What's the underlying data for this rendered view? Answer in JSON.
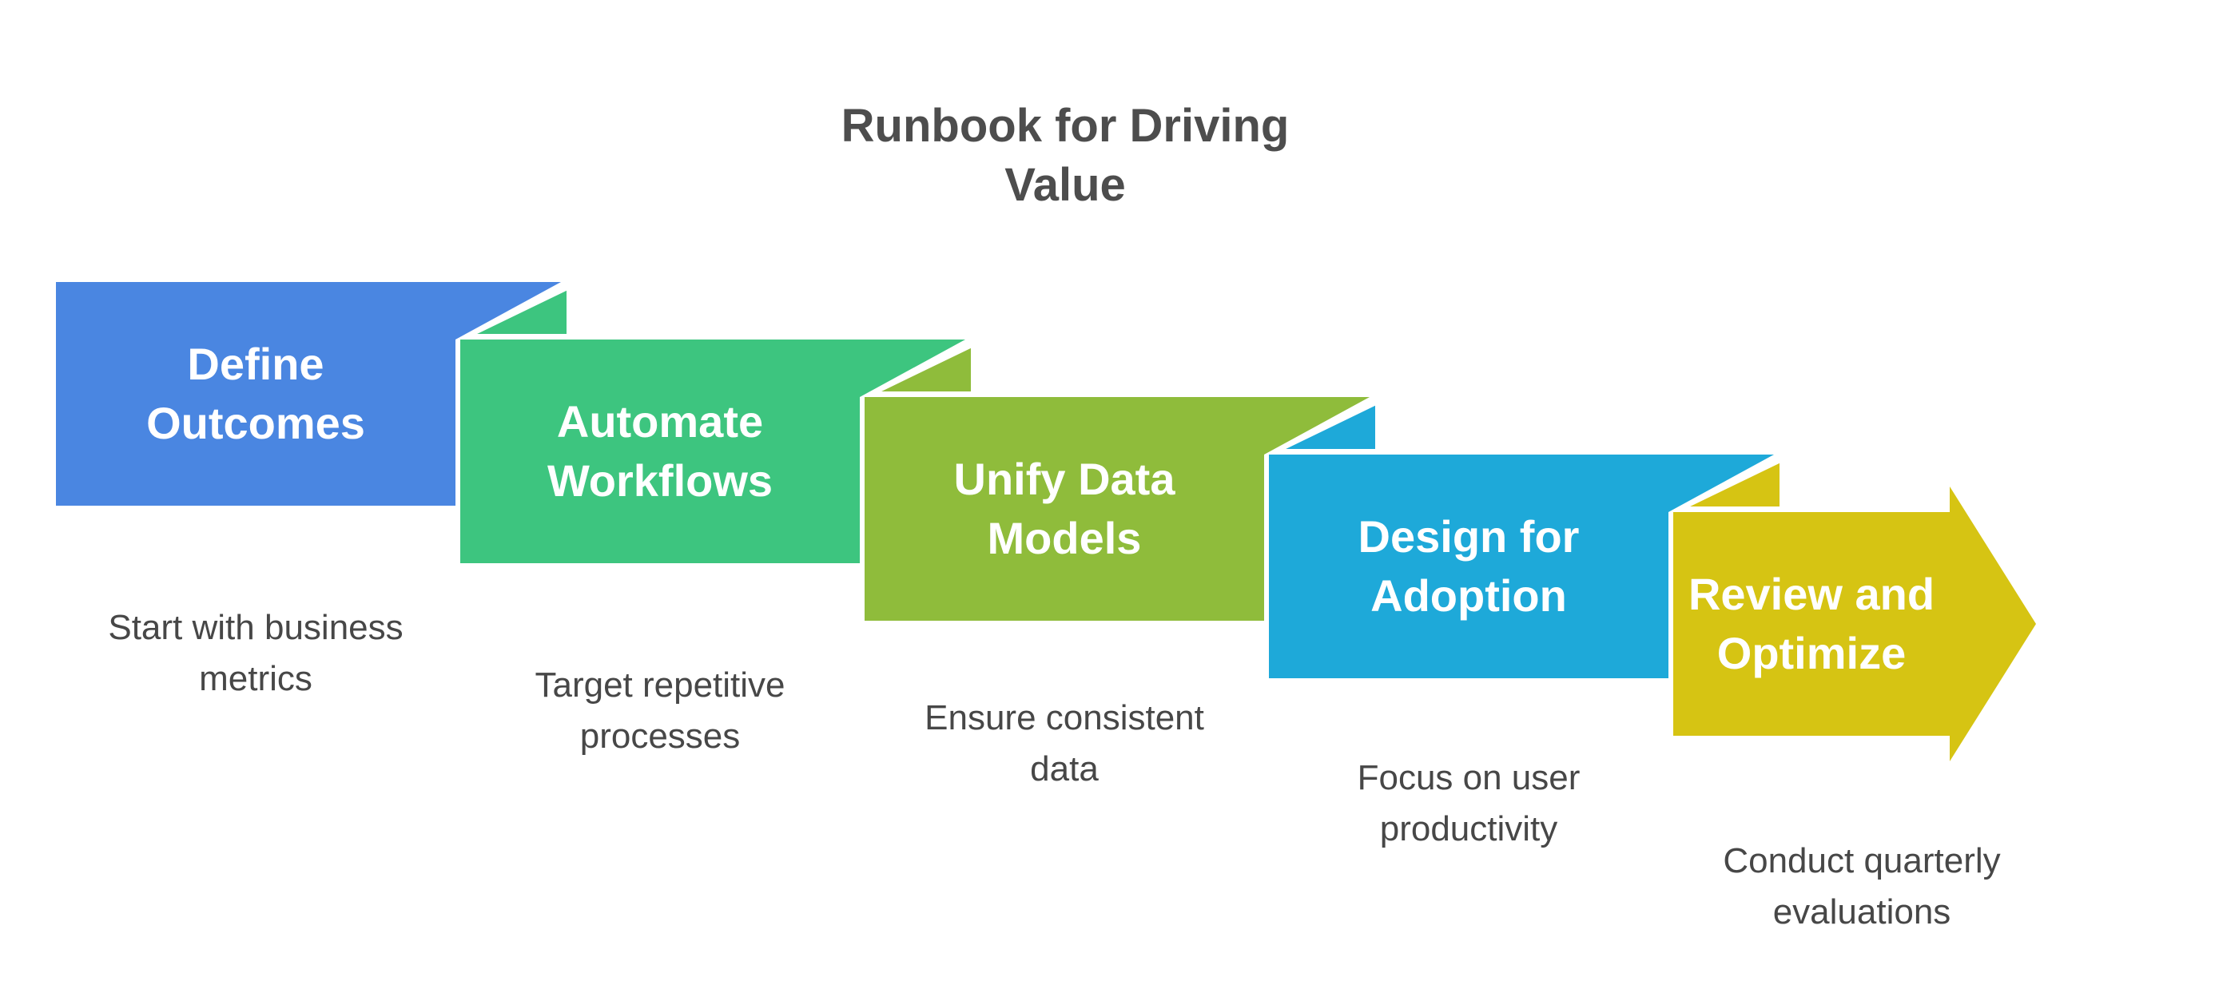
{
  "title": "Runbook for Driving Value",
  "background": "#ffffff",
  "text_colors": {
    "title": "#4d4d4d",
    "caption": "#474747",
    "step_label": "#ffffff"
  },
  "steps": [
    {
      "label": "Define Outcomes",
      "caption": "Start with business metrics",
      "color": "#4a86e1"
    },
    {
      "label": "Automate Workflows",
      "caption": "Target repetitive processes",
      "color": "#3dc57f"
    },
    {
      "label": "Unify Data Models",
      "caption": "Ensure consistent data",
      "color": "#8fbc3b"
    },
    {
      "label": "Design for Adoption",
      "caption": "Focus on user productivity",
      "color": "#1ea9d9"
    },
    {
      "label": "Review and Optimize",
      "caption": "Conduct quarterly evaluations",
      "color": "#d6c413"
    }
  ]
}
